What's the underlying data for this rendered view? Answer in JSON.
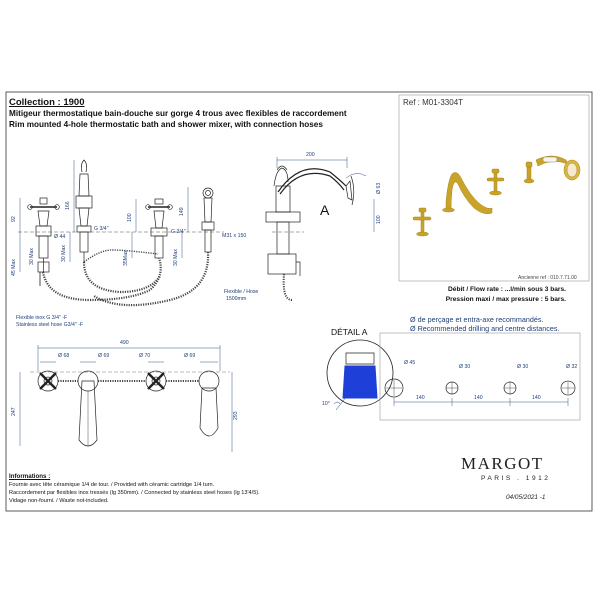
{
  "header": {
    "collection": "Collection : 1900",
    "title_fr": "Mitigeur thermostatique bain-douche sur gorge 4 trous avec flexibles de raccordement",
    "title_en": "Rim mounted 4-hole thermostatic bath and shower mixer, with connection hoses"
  },
  "reference": {
    "ref": "Ref : M01-3304T",
    "previous_ref": "Ancienne ref : 010.7.71.00"
  },
  "specs": {
    "flow_rate": "Débit / Flow rate : ...l/min sous 3 bars.",
    "pressure": "Pression maxi / max pressure : 5 bars."
  },
  "drilling": {
    "note_fr": "Ø de perçage et entra-axe recommandés.",
    "note_en": "Ø Recommended drilling and centre distances.",
    "holes": [
      "Ø 45",
      "Ø 30",
      "Ø 30",
      "Ø 32"
    ],
    "spacings": [
      "140",
      "140",
      "140"
    ]
  },
  "detail": {
    "label": "DÉTAIL A",
    "angle": "10°",
    "marker": "A"
  },
  "front_view": {
    "dims": {
      "d92": "92",
      "d166": "166",
      "d100": "100",
      "d149": "149",
      "d30max": "30 Max",
      "d45max": "45 Max",
      "d30max2": "30 Max",
      "d35max": "35Max",
      "d30max3": "30 Max",
      "phi44": "Ø 44",
      "g34a": "G 3/4\"",
      "g34b": "G 3/4\"",
      "m31": "M31 x 150"
    },
    "flex_label_1": "Flexible inox G 3/4\" -F",
    "flex_label_2": "Stainless steel hose G3/4\" -F",
    "hose_label_1": "Flexible / Hose",
    "hose_label_2": "1500mm"
  },
  "side_view": {
    "d200": "200",
    "d63": "Ø 63",
    "d100": "100"
  },
  "top_view": {
    "d490": "490",
    "d68": "Ø 68",
    "d69a": "Ø 69",
    "d70": "Ø 70",
    "d69b": "Ø 69",
    "d247": "247",
    "d293": "293"
  },
  "informations": {
    "heading": "Informations :",
    "lines": [
      "Fournie avec tête céramique 1/4 de tour. / Provided with cèramic cartridge 1/4 turn.",
      "Raccordement par flexibles inox tressés (lg 350mm). / Connected by stainless steel hoses (lg 13'4/5).",
      "Vidage non-fourni. / Waste not-included."
    ]
  },
  "brand": {
    "name": "MARGOT",
    "tagline": "PARIS . 1912",
    "date": "04/05/2021 -1"
  },
  "colors": {
    "dimension_blue": "#1f3f7a",
    "brass_gold": "#c9a32a",
    "outline": "#222222",
    "accent_blue": "#1e40d8"
  }
}
